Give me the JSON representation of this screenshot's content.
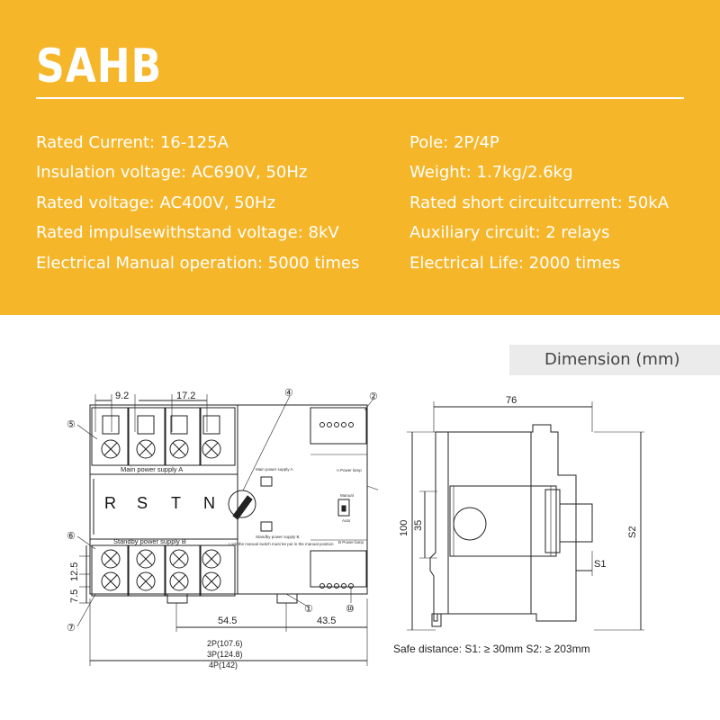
{
  "brand": {
    "name": "SAHB"
  },
  "specs": {
    "left": [
      "Rated Current: 16-125A",
      "Insulation voltage: AC690V, 50Hz",
      "Rated voltage: AC400V, 50Hz",
      "Rated impulsewithstand voltage: 8kV",
      "Electrical Manual operation:  5000 times"
    ],
    "right": [
      "Pole: 2P/4P",
      "Weight: 1.7kg/2.6kg",
      "Rated short circuitcurrent: 50kA",
      "Auxiliary circuit: 2 relays",
      "Electrical Life: 2000 times"
    ]
  },
  "dimension_label": "Dimension (mm)",
  "front_drawing": {
    "dim_top_left": "9.2",
    "dim_top_mid": "17.2",
    "dim_12_5": "12.5",
    "dim_7_5": "7.5",
    "dim_54_5": "54.5",
    "dim_43_5": "43.5",
    "dim_bottom_1": "2P(107.6)",
    "dim_bottom_2": "3P(124.8)",
    "dim_bottom_3": "4P(142)",
    "main_supply_label": "Main power supply A",
    "standby_supply_label": "Standby power supply B",
    "phase_r": "R",
    "phase_s": "S",
    "phase_t": "T",
    "phase_n": "N",
    "callout_2": "②",
    "callout_4": "④",
    "callout_5": "⑤",
    "callout_6": "⑥",
    "callout_7": "⑦",
    "callout_10": "⑩",
    "callout_1": "①",
    "power_lamp_a": "A Power lamp",
    "power_lamp_b": "B Power lamp",
    "main_power_small": "Main power supply A",
    "standby_power_small": "Standby power supply B",
    "manual_note": "Lock the manual switch must be put in the manual position",
    "auto_label": "Auto",
    "manual_label": "Manual"
  },
  "side_drawing": {
    "dim_76": "76",
    "dim_100": "100",
    "dim_35": "35",
    "dim_s1": "S1",
    "dim_s2": "S2",
    "safe_distance": "Safe distance: S1: ≥ 30mm    S2: ≥ 203mm"
  },
  "colors": {
    "banner": "#f6b62a",
    "label_bg": "#ebebeb",
    "line": "#222222"
  }
}
